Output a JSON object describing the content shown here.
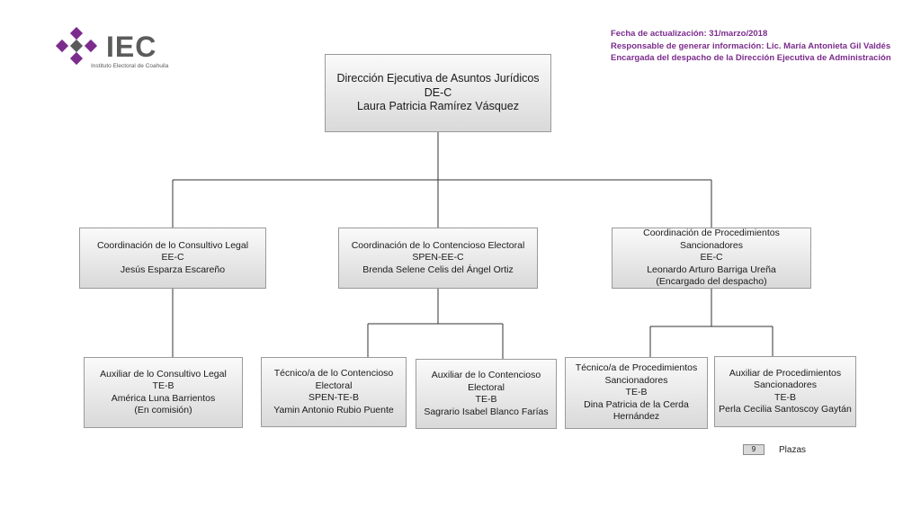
{
  "logo": {
    "name": "IEC",
    "subtitle": "Instituto Electoral de Coahuila",
    "colors": {
      "purple": "#7b2c8c",
      "gray": "#5b5b5b"
    }
  },
  "header": {
    "line1": "Fecha de actualización: 31/marzo/2018",
    "line2": "Responsable de generar información: Lic. María Antonieta Gil Valdés",
    "line3": "Encargada del despacho de la Dirección Ejecutiva de Administración",
    "color": "#7b2c8c"
  },
  "org": {
    "root": {
      "lines": [
        "Dirección Ejecutiva de Asuntos Jurídicos",
        "DE-C",
        "Laura Patricia Ramírez Vásquez"
      ]
    },
    "coord_legal": {
      "lines": [
        "Coordinación de lo Consultivo Legal",
        "EE-C",
        "Jesús Esparza Escareño"
      ]
    },
    "coord_contencioso": {
      "lines": [
        "Coordinación de lo Contencioso Electoral",
        "SPEN-EE-C",
        "Brenda Selene Celis del Ángel Ortiz"
      ]
    },
    "coord_procedimientos": {
      "lines": [
        "Coordinación de Procedimientos",
        "Sancionadores",
        "EE-C",
        "Leonardo Arturo Barriga Ureña",
        "(Encargado del despacho)"
      ]
    },
    "aux_legal": {
      "lines": [
        "Auxiliar de lo Consultivo Legal",
        "TE-B",
        "América Luna Barrientos",
        "(En comisión)"
      ]
    },
    "tec_contencioso": {
      "lines": [
        "Técnico/a de lo Contencioso",
        "Electoral",
        "SPEN-TE-B",
        "Yamin Antonio Rubio Puente"
      ]
    },
    "aux_contencioso": {
      "lines": [
        "Auxiliar de lo Contencioso",
        "Electoral",
        "TE-B",
        "Sagrario Isabel Blanco Farías"
      ]
    },
    "tec_procedimientos": {
      "lines": [
        "Técnico/a de Procedimientos",
        "Sancionadores",
        "TE-B",
        "Dina Patricia de la Cerda",
        "Hernández"
      ]
    },
    "aux_procedimientos": {
      "lines": [
        "Auxiliar de Procedimientos",
        "Sancionadores",
        "TE-B",
        "Perla Cecilia Santoscoy Gaytán"
      ]
    }
  },
  "footer": {
    "count": "9",
    "label": "Plazas"
  }
}
